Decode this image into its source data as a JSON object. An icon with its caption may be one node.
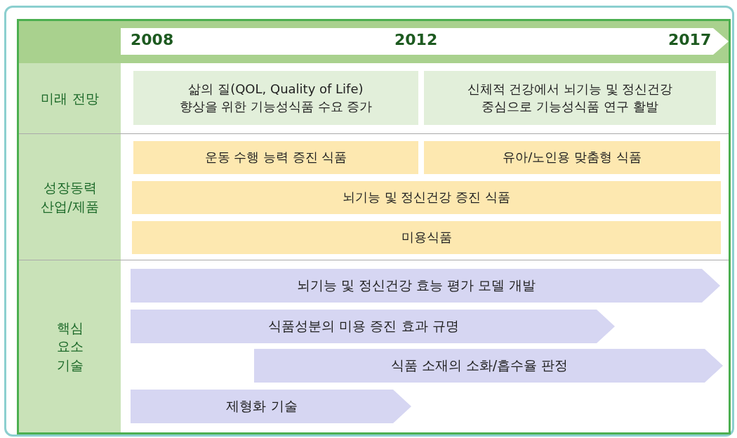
{
  "diagram": {
    "nodes": [
      {
        "text": [
          "2008",
          "2012",
          "2017"
        ]
      },
      {
        "text": [
          "미래 전망"
        ]
      },
      {
        "text": [
          "삶의 질(QOL, Quality of Life) 향상을 위한 기능성식품 수요 증가"
        ]
      },
      {
        "text": [
          "신체적 건강에서 뇌기능 및 정신건강 중심으로 기능성식품 연구 활발"
        ]
      },
      {
        "text": [
          "성장동력 산업/제품"
        ]
      },
      {
        "text": [
          "운동 수행 능력 증진 식품"
        ]
      },
      {
        "text": [
          "유아/노인용 맞춤형 식품"
        ]
      },
      {
        "text": [
          "뇌기능 및 정신건강 증진 식품"
        ]
      },
      {
        "text": [
          "미용식품"
        ]
      },
      {
        "text": [
          "핵심 요소 기술"
        ]
      },
      {
        "text": [
          "뇌기능 및 정신건강 효능 평가 모델 개발"
        ]
      },
      {
        "text": [
          "식품성분의 미용 증진 효과 규명"
        ]
      },
      {
        "text": [
          "식품 소재의 소화/흡수율 판정"
        ]
      },
      {
        "text": [
          "제형화 기술"
        ]
      }
    ]
  }
}
